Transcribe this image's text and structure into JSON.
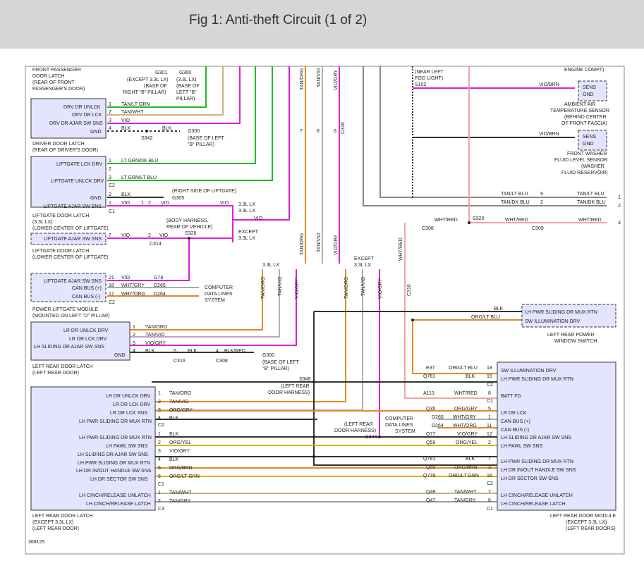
{
  "header": {
    "title": "Fig 1: Anti-theft Circuit (1 of 2)"
  },
  "figure_id": "368125",
  "colors": {
    "green": "#22bb22",
    "tan": "#c9b48a",
    "violet": "#e01ed6",
    "black": "#333333",
    "orange": "#e08a28",
    "white_red": "#f2a4a4",
    "gray": "#888888",
    "yellow": "#d8b218",
    "lt_green": "#55cc55",
    "tan_violet": "#b8a8c8",
    "wire_gray": "#9a9a9a"
  },
  "labels": {
    "front_pass_latch": [
      "FRONT PASSENGER",
      "DOOR LATCH",
      "(REAR OF FRONT",
      "PASSENGER'S DOOR)"
    ],
    "g301": "G301",
    "g301_note": [
      "(EXCEPT 3.3L LX)",
      "(BASE OF",
      "RIGHT \"B\" PILLAR)"
    ],
    "g300_top": "G300",
    "g300_top_note": [
      "(3.3L LX)",
      "(BASE OF",
      "LEFT \"B\"",
      "PILLAR)"
    ],
    "drv_dr_unlck": "DRV DR UNLCK",
    "drv_dr_lck": "DRV DR LCK",
    "drv_dr_ajar": "DRV DR AJAR SW SNS",
    "gnd": "GND",
    "tan_lt_grn": "TAN/LT GRN",
    "tan_wht": "TAN/WHT",
    "vio": "VIO",
    "blk": "BLK",
    "p1": "1",
    "p2": "2",
    "p3": "3",
    "p4": "4",
    "p5": "5",
    "p6": "6",
    "p7": "7",
    "p8": "8",
    "p9": "9",
    "p11": "11",
    "p12": "12",
    "p15": "15",
    "p16": "16",
    "p17": "17",
    "p18": "18",
    "p21": "21",
    "s342": "S342",
    "g300_mid": "G300",
    "g300_mid_note": [
      "(BASE OF LEFT",
      "\"B\" PILLAR)"
    ],
    "driver_latch": [
      "DRIVER DOOR LATCH",
      "(REAR OF DRIVER'S DOOR)"
    ],
    "liftgate_lck": "LIFTGATE LCK DRV",
    "liftgate_unlck": "LIFTGATE UNLCK DRV",
    "liftgate_ajar": "LIFTGATE AJAR SW SNS",
    "lt_grn_dk_blu": "LT GRN/DK BLU",
    "lt_grn_lt_blu": "LT GRN/LT BLU",
    "c1": "C1",
    "c2": "C2",
    "c3": "C3",
    "c308": "C308",
    "c309": "C309",
    "c314": "C314",
    "c316": "C316",
    "g305": "G305",
    "g305_note": "(RIGHT SIDE OF LIFTGATE)",
    "liftgate_latch": [
      "LIFTGATE DOOR LATCH",
      "(3.3L LX)",
      "(LOWER CENTER OF LIFTGATE)"
    ],
    "liftgate_latch2": [
      "LIFTGATE DOOR LATCH",
      "(LOWER CENTER OF LIFTGATE)"
    ],
    "s328": "S328",
    "s328_note": [
      "(BODY HARNESS,",
      "REAR OF VEHICLE)"
    ],
    "l33lx": "3.3L LX",
    "except_33": [
      "EXCEPT",
      "3.3L LX"
    ],
    "plm_ajar": "LIFTGATE AJAR SW SNS",
    "can_p": "CAN BUS (+)",
    "can_m": "CAN BUS (-)",
    "g78": "G78",
    "d265": "D265",
    "d264": "D264",
    "wht_gry": "WHT/GRY",
    "wht_org": "WHT/ORG",
    "computer_dl": [
      "COMPUTER",
      "DATA LINES",
      "SYSTEM"
    ],
    "plm": [
      "POWER LIFTGATE MODULE",
      "(MOUNTED ON LEFT \"D\" PILLAR)"
    ],
    "tan_org": "TAN/ORG",
    "tan_vio": "TAN/VIO",
    "vio_gry": "VIO/GRY",
    "wht_red": "WHT/RED",
    "lr_unlck": "LR DR UNLCK DRV",
    "lr_lck": "LR DR LCK DRV",
    "lh_sliding_ajar": "LH SLIDING DR AJAR SW SNS",
    "blk_red": "BLK/RED",
    "g300_low": "G300",
    "g300_low_note": [
      "(BASE OF LEFT",
      "\"B\" PILLAR)"
    ],
    "lr_latch_top": [
      "LEFT REAR DOOR LATCH",
      "(LEFT REAR DOOR)"
    ],
    "near_fog": [
      "(NEAR LEFT",
      "FOG LIGHT)"
    ],
    "s102": "S102",
    "engine_compt": "ENGINE COMPT)",
    "vio_brn": "VIO/BRN",
    "sens": "SENS",
    "ambient": [
      "AMBIENT AIR",
      "TEMPERATURE SENSOR",
      "(BEHIND CENTER",
      "OF FRONT FASCIA)"
    ],
    "washer": [
      "FRONT WASHER",
      "FLUID LEVEL SENSOR",
      "(WASHER",
      "FLUID RESERVOIR)"
    ],
    "tan_lt_blu": "TAN/LT BLU",
    "tan_dk_blu": "TAN/DK BLU",
    "s320": "S320",
    "org_lt_blu": "ORG/LT BLU",
    "lh_pwr_sliding_rtn": "LH PWR SLIDING DR MUX RTN",
    "sw_illum": "SW ILLUMINATION DRV",
    "lr_power_switch": [
      "LEFT REAR POWER",
      "WINDOW SWITCH"
    ],
    "e37": "E37",
    "q781": "Q781",
    "a113": "A113",
    "q35": "Q35",
    "q77": "Q77",
    "q59": "Q59",
    "q55": "Q55",
    "q779": "Q779",
    "q49": "Q49",
    "q47": "Q47",
    "s348": "S348",
    "s348_note": [
      "(LEFT REAR",
      "DOOR HARNESS)"
    ],
    "s344": "S344",
    "s344_note": [
      "(LEFT REAR",
      "DOOR HARNESS)"
    ],
    "org_gry": "ORG/GRY",
    "org_yel": "ORG/YEL",
    "org_brn": "ORG/BRN",
    "org_lt_grn": "ORG/LT GRN",
    "tan_gry": "TAN/GRY",
    "lh_pawl": "LH PAWL SW SNS",
    "lh_in_out": "LH DR IN/OUT HANDLE SW SNS",
    "lh_sector": "LH DR SECTOR SW SNS",
    "lh_cinch_unlatch": "LH CINCH/RELEASE UNLATCH",
    "lh_cinch_latch": "LH CINCH/RELEASE LATCH",
    "lr_dr_lck_sns": "LR DR LCK SNS",
    "batt_fd": "BATT FD",
    "lr_dr_lck": "LR DR LCK",
    "lr_latch_bottom": [
      "LEFT REAR DOOR LATCH",
      "(EXCEPT 3.3L LX)",
      "(LEFT REAR DOOR)"
    ],
    "lr_module": [
      "LEFT REAR DOOR MODULE",
      "(EXCEPT 3.3L LX)",
      "(LEFT REAR DOORS)"
    ]
  }
}
